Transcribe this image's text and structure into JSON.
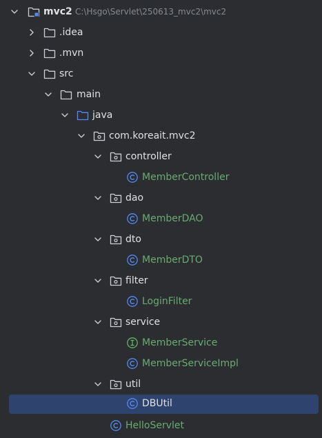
{
  "colors": {
    "background": "#2b2d30",
    "selection": "#2e436e",
    "text": "#dfe1e5",
    "class_text": "#6aab73",
    "path_text": "#868a91",
    "class_icon": "#548af7",
    "interface_icon": "#5fb865",
    "folder_icon": "#ced0d6",
    "source_folder_icon": "#548af7"
  },
  "tree": {
    "project": {
      "name": "mvc2",
      "path": "C:\\Hsgo\\Servlet\\250613_mvc2\\mvc2"
    },
    "items": [
      {
        "label": "mvc2",
        "icon": "module-folder-icon",
        "expanded": true
      },
      {
        "label": ".idea",
        "icon": "folder-icon",
        "expanded": false
      },
      {
        "label": ".mvn",
        "icon": "folder-icon",
        "expanded": false
      },
      {
        "label": "src",
        "icon": "folder-icon",
        "expanded": true
      },
      {
        "label": "main",
        "icon": "folder-icon",
        "expanded": true
      },
      {
        "label": "java",
        "icon": "source-folder-icon",
        "expanded": true
      },
      {
        "label": "com.koreait.mvc2",
        "icon": "package-icon",
        "expanded": true
      },
      {
        "label": "controller",
        "icon": "package-icon",
        "expanded": true
      },
      {
        "label": "MemberController",
        "icon": "class-icon"
      },
      {
        "label": "dao",
        "icon": "package-icon",
        "expanded": true
      },
      {
        "label": "MemberDAO",
        "icon": "class-icon"
      },
      {
        "label": "dto",
        "icon": "package-icon",
        "expanded": true
      },
      {
        "label": "MemberDTO",
        "icon": "class-icon"
      },
      {
        "label": "filter",
        "icon": "package-icon",
        "expanded": true
      },
      {
        "label": "LoginFilter",
        "icon": "class-icon"
      },
      {
        "label": "service",
        "icon": "package-icon",
        "expanded": true
      },
      {
        "label": "MemberService",
        "icon": "interface-icon"
      },
      {
        "label": "MemberServiceImpl",
        "icon": "class-icon"
      },
      {
        "label": "util",
        "icon": "package-icon",
        "expanded": true
      },
      {
        "label": "DBUtil",
        "icon": "class-icon",
        "selected": true
      },
      {
        "label": "HelloServlet",
        "icon": "class-icon"
      }
    ]
  }
}
